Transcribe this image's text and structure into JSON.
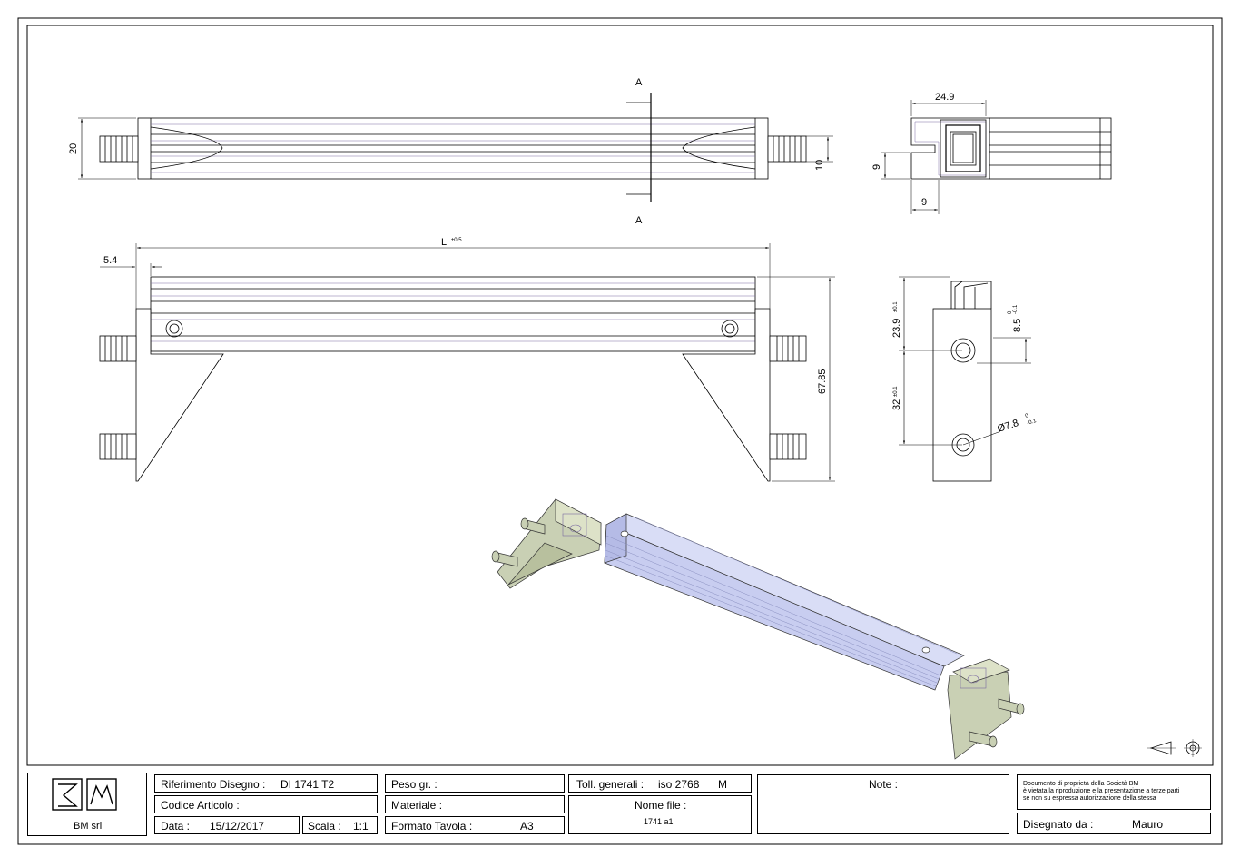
{
  "drawing": {
    "section_label": "A",
    "dimensions": {
      "height_20": "20",
      "height_10": "10",
      "width_24_9": "24.9",
      "nine_a": "9",
      "nine_b": "9",
      "length_L": "L",
      "length_L_tol": "±0.5",
      "offset_5_4": "5.4",
      "height_67_85": "67.85",
      "dist_23_9": "23.9",
      "dist_23_9_tol": "±0.1",
      "dist_8_5": "8.5",
      "dist_8_5_tol_up": "0",
      "dist_8_5_tol_low": "-0.1",
      "dist_32": "32",
      "dist_32_tol": "±0.1",
      "diam_7_8": "Ø7.8",
      "diam_7_8_tol_up": "0",
      "diam_7_8_tol_low": "-0.1"
    }
  },
  "title_block": {
    "company": "BM srl",
    "riferimento_label": "Riferimento Disegno :",
    "riferimento_value": "DI 1741 T2",
    "codice_label": "Codice Articolo :",
    "data_label": "Data :",
    "data_value": "15/12/2017",
    "scala_label": "Scala :",
    "scala_value": "1:1",
    "peso_label": "Peso gr. :",
    "materiale_label": "Materiale :",
    "formato_label": "Formato Tavola :",
    "formato_value": "A3",
    "toll_label": "Toll. generali :",
    "toll_value": "iso 2768",
    "toll_class": "M",
    "nomefile_label": "Nome file :",
    "nomefile_value": "1741 a1",
    "note_label": "Note :",
    "disclaimer_1": "Documento di proprietà della Società BM",
    "disclaimer_2": "è vietata la riproduzione e la presentazione a terze parti",
    "disclaimer_3": "se non su espressa autorizzazione della stessa",
    "disegnato_label": "Disegnato da :",
    "disegnato_value": "Mauro"
  },
  "colors": {
    "profile": "#c8cdf0",
    "bracket": "#c9d0b4",
    "accent_line": "#7a6aa0"
  }
}
